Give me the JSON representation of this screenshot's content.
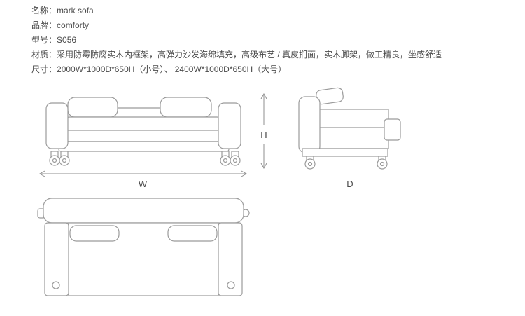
{
  "specs": [
    {
      "label": "名称：",
      "value": "mark sofa"
    },
    {
      "label": "品牌：",
      "value": "comforty"
    },
    {
      "label": "型号：",
      "value": "S056"
    },
    {
      "label": "材质：",
      "value": "采用防霉防腐实木内框架，高弹力沙发海绵填充，高级布艺 / 真皮扪面，实木脚架，做工精良，坐感舒适"
    },
    {
      "label": "尺寸：",
      "value": "2000W*1000D*650H（小号）、 2400W*1000D*650H（大号）"
    }
  ],
  "dimensions": {
    "width_label": "W",
    "height_label": "H",
    "depth_label": "D"
  },
  "colors": {
    "text": "#4a4a4a",
    "line": "#9b9b9b"
  }
}
